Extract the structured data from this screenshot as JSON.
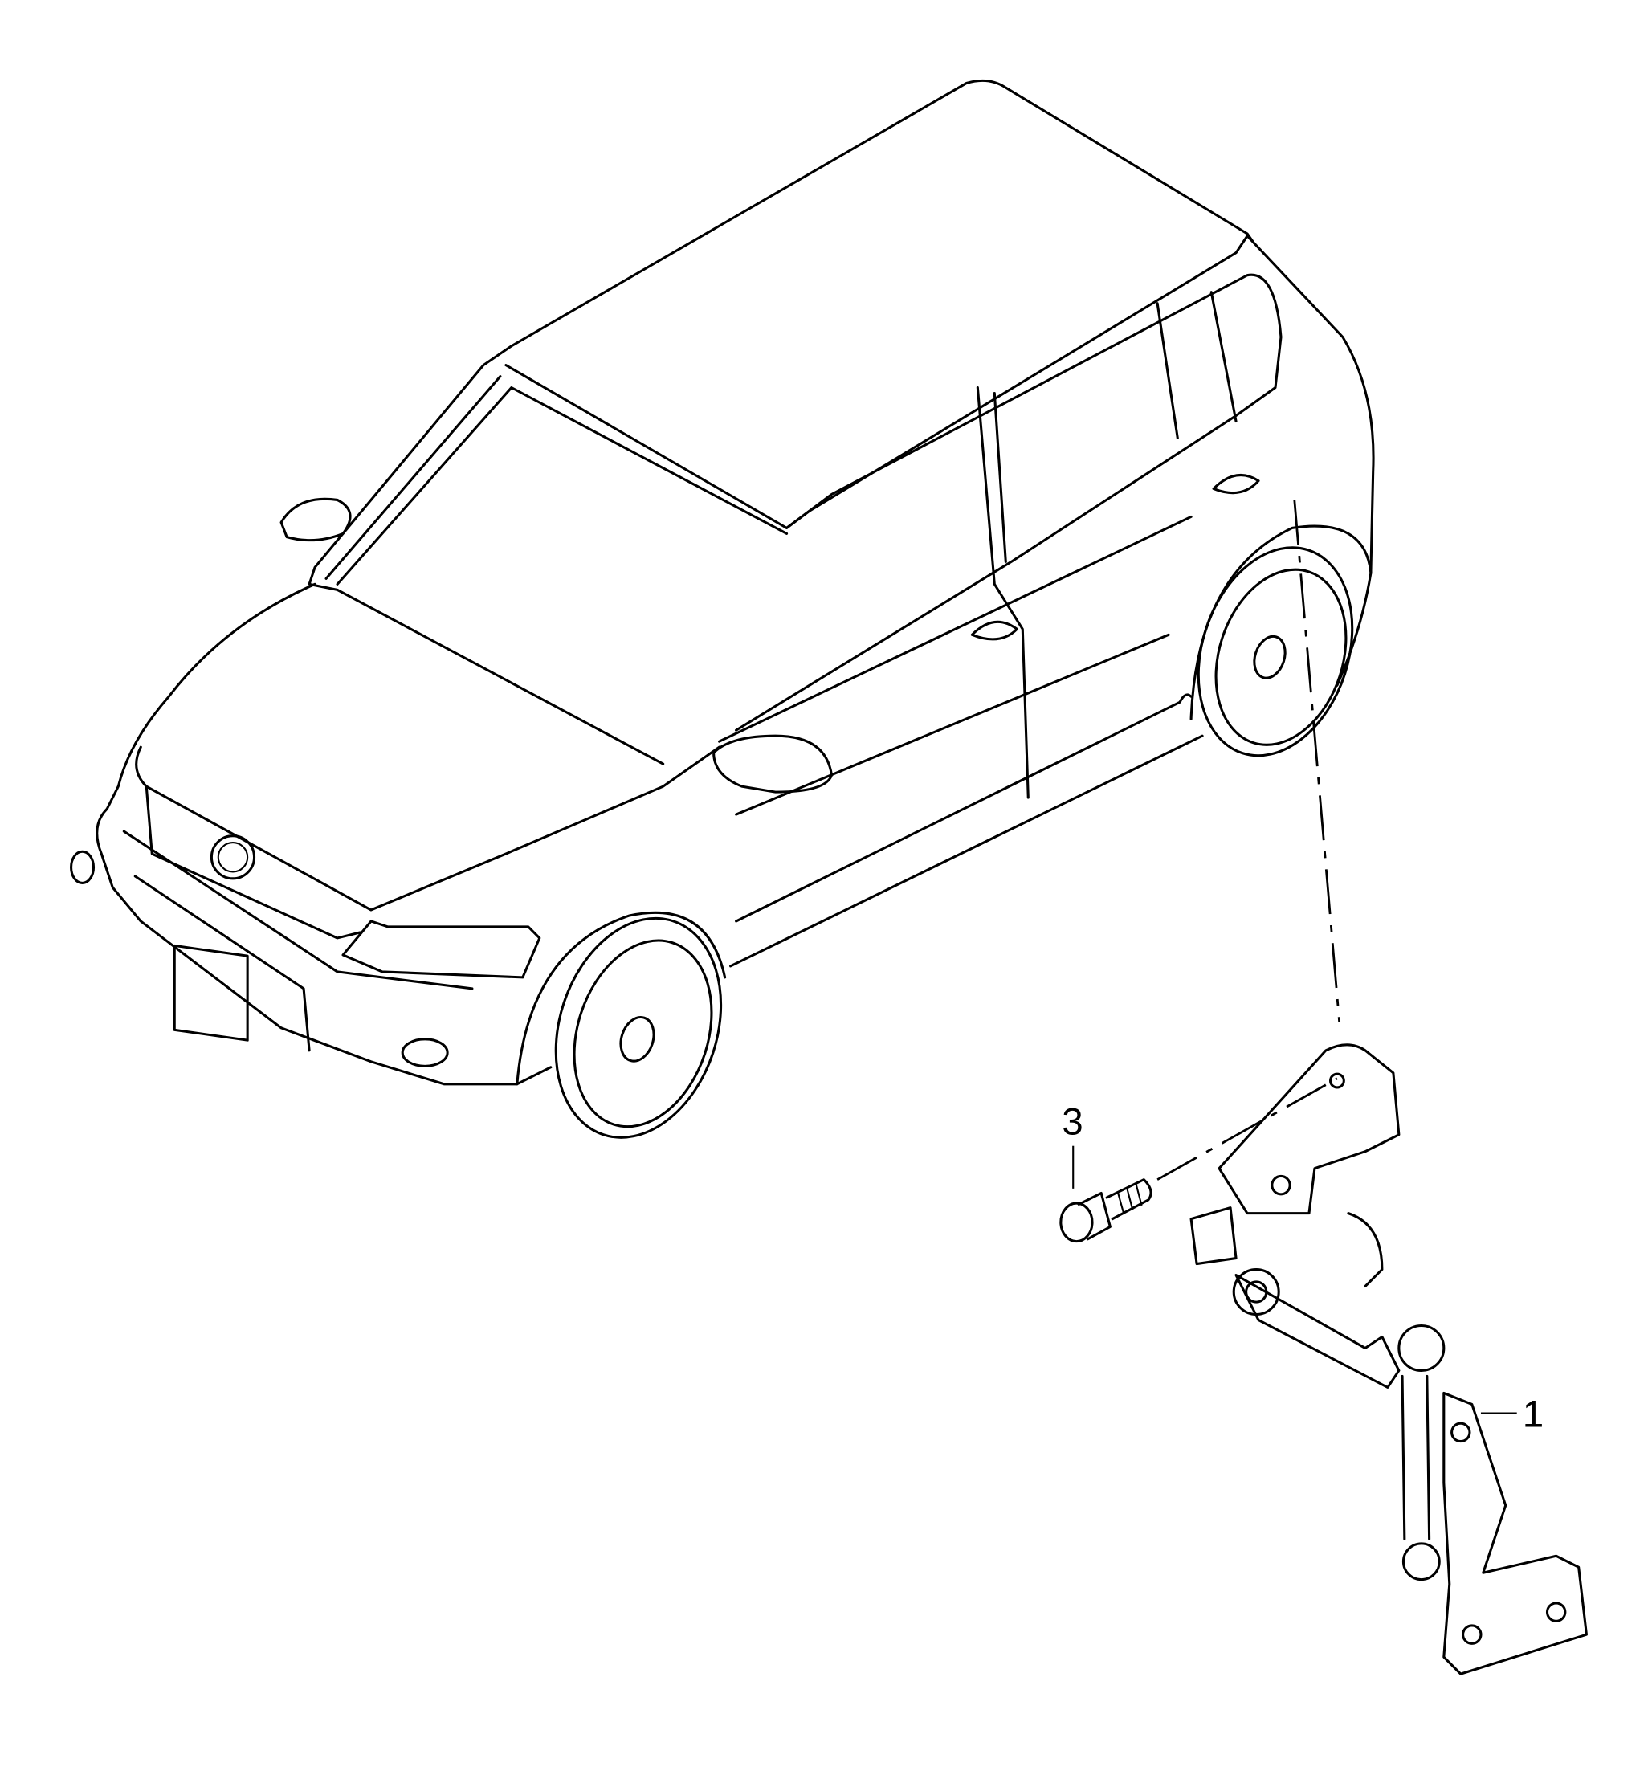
{
  "diagram": {
    "callouts": [
      {
        "number": "3",
        "part": "bolt"
      },
      {
        "number": "1",
        "part": "level-sensor"
      }
    ]
  }
}
